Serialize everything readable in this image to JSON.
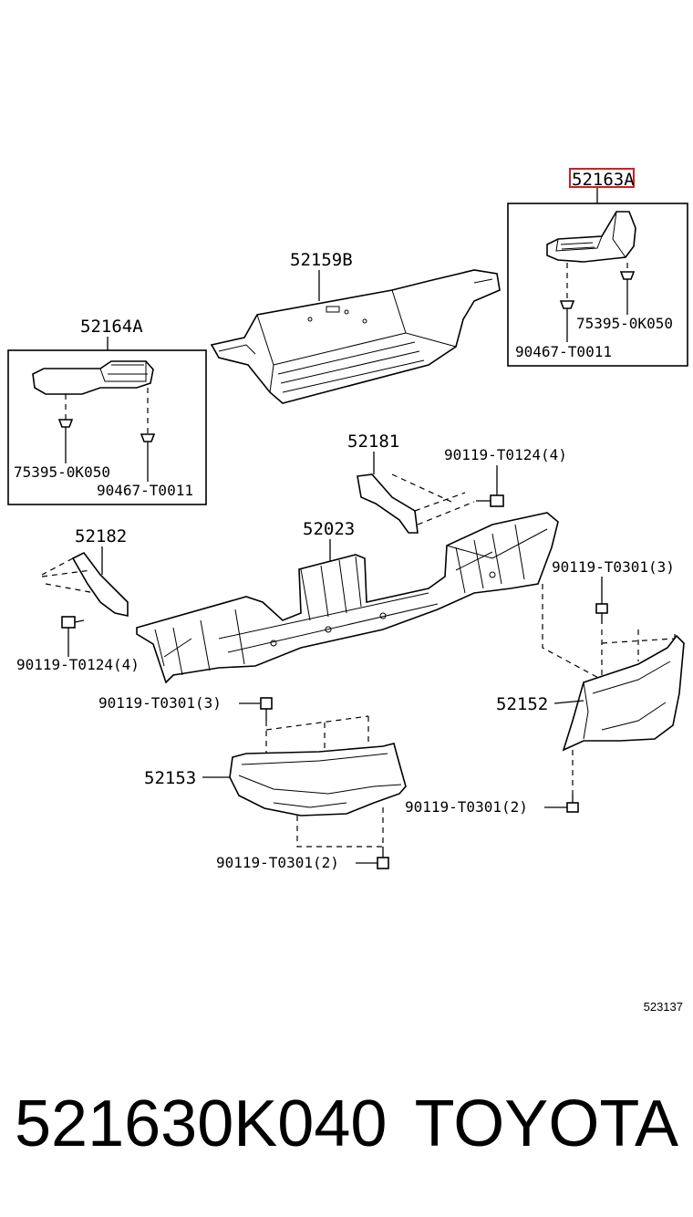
{
  "callouts": {
    "c52163a": "52163A",
    "c52159b": "52159B",
    "c52164a": "52164A",
    "c75395_r": "75395-0K050",
    "c90467_r": "90467-T0011",
    "c75395_l": "75395-0K050",
    "c90467_l": "90467-T0011",
    "c52181": "52181",
    "c90119_t0124_4_r": "90119-T0124(4)",
    "c52182": "52182",
    "c52023": "52023",
    "c90119_t0301_3_r": "90119-T0301(3)",
    "c90119_t0124_4_l": "90119-T0124(4)",
    "c52152": "52152",
    "c90119_t0301_3_l": "90119-T0301(3)",
    "c52153": "52153",
    "c90119_t0301_2_r": "90119-T0301(2)",
    "c90119_t0301_2_l": "90119-T0301(2)"
  },
  "reference_code": "523137",
  "footer": {
    "part_number": "521630K040",
    "brand": "TOYOTA"
  },
  "colors": {
    "highlight": "#d02020",
    "line": "#000000",
    "background": "#ffffff"
  }
}
